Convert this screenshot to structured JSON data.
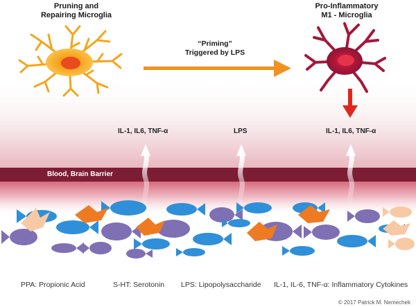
{
  "left_cell": {
    "line1": "Pruning and",
    "line2": "Repairing Microglia"
  },
  "right_cell": {
    "line1": "Pro-Inflammatory",
    "line2": "M1 - Microglia"
  },
  "arrow_label": {
    "line1": "“Priming”",
    "line2": "Triggered by LPS"
  },
  "signals": {
    "left": "IL-1, IL6, TNF-α",
    "center": "LPS",
    "right": "IL-1, IL6, TNF-α"
  },
  "barrier_label": "Blood, Brain Barrier",
  "legend": [
    "PPA: Propionic Acid",
    "S-HT: Serotonin",
    "LPS: Lipopolysaccharide",
    "IL-1, IL-6, TNF-α: Inflammatory Cytokines"
  ],
  "credit": "© 2017 Patrick M. Nemechek",
  "colors": {
    "resting_microglia": "#f2a21e",
    "activated_microglia": "#a5183a",
    "arrow": "#f0921f",
    "red_arrow": "#e0261e",
    "barrier": "#7c1d35",
    "gut_blue": "#2f8fd8",
    "gut_purple": "#7f6fb3",
    "gut_orange": "#ee7a22",
    "gut_peach": "#f7c9a4"
  },
  "icons": [
    "resting-microglia-icon",
    "activated-microglia-icon",
    "fish-icon",
    "bird-icon"
  ]
}
